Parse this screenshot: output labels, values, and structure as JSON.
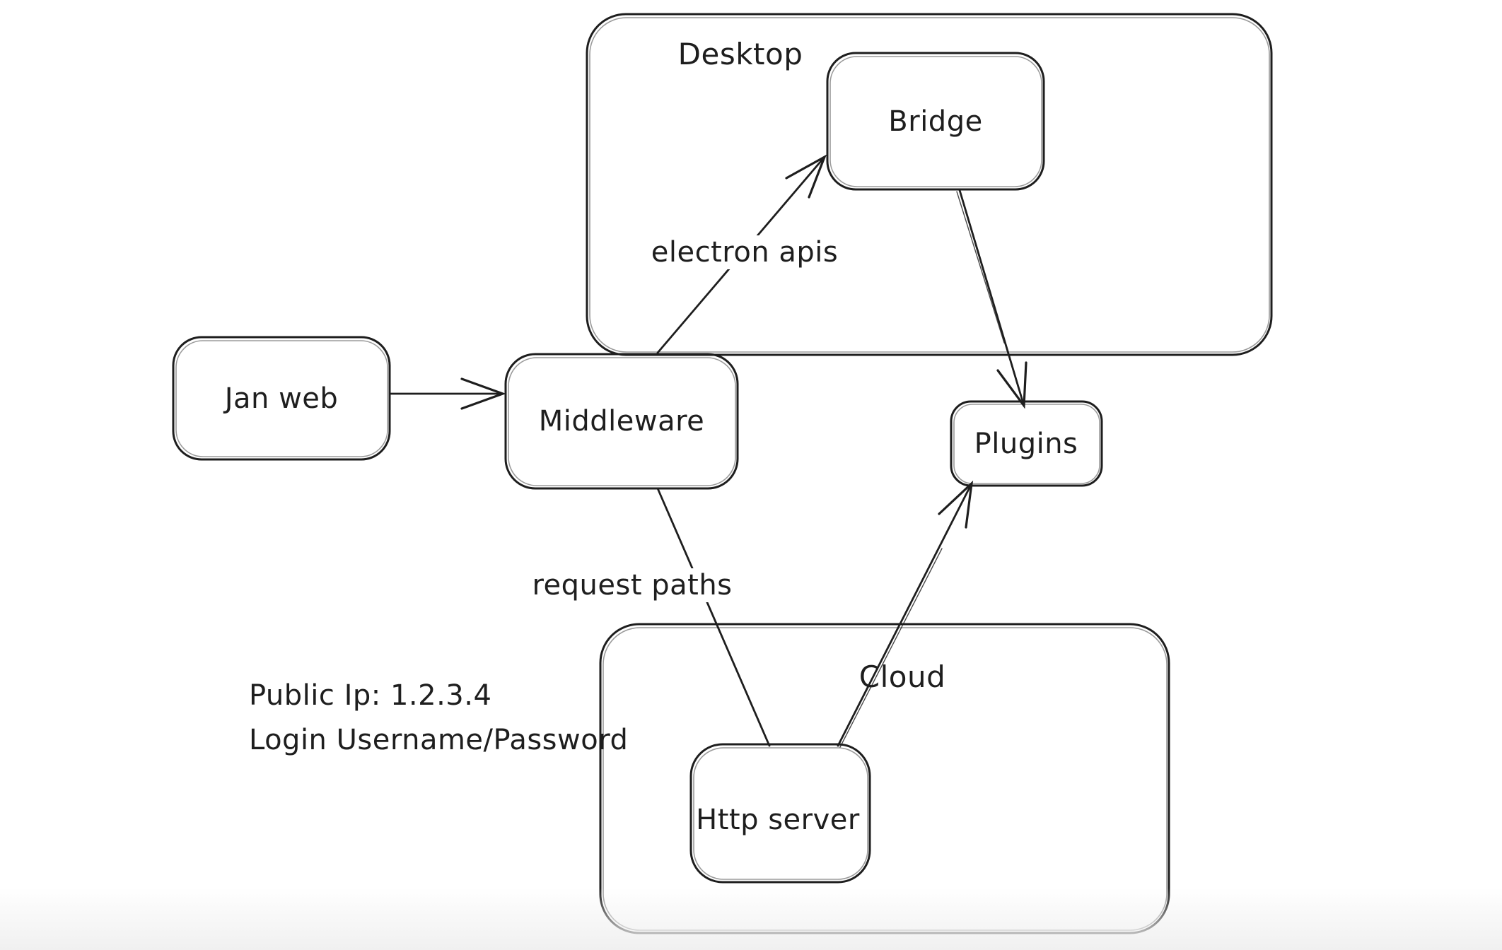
{
  "diagram": {
    "colors": {
      "stroke": "#1e1e1e",
      "background": "#ffffff",
      "bottom_fade": "#f0f0f0"
    },
    "nodes": {
      "desktop": {
        "label": "Desktop",
        "kind": "container"
      },
      "bridge": {
        "label": "Bridge",
        "kind": "box"
      },
      "jan_web": {
        "label": "Jan web",
        "kind": "box"
      },
      "middleware": {
        "label": "Middleware",
        "kind": "box"
      },
      "plugins": {
        "label": "Plugins",
        "kind": "box"
      },
      "cloud": {
        "label": "Cloud",
        "kind": "container"
      },
      "http_server": {
        "label": "Http server",
        "kind": "box"
      }
    },
    "edges": [
      {
        "from": "jan_web",
        "to": "middleware",
        "label": "",
        "arrowhead": "end"
      },
      {
        "from": "middleware",
        "to": "bridge",
        "label": "electron apis",
        "arrowhead": "end"
      },
      {
        "from": "bridge",
        "to": "plugins",
        "label": "",
        "arrowhead": "end"
      },
      {
        "from": "middleware",
        "to": "http_server",
        "label": "request paths",
        "arrowhead": "none"
      },
      {
        "from": "http_server",
        "to": "plugins",
        "label": "",
        "arrowhead": "end"
      }
    ],
    "annotations": {
      "line1": "Public Ip: 1.2.3.4",
      "line2": "Login Username/Password"
    }
  }
}
